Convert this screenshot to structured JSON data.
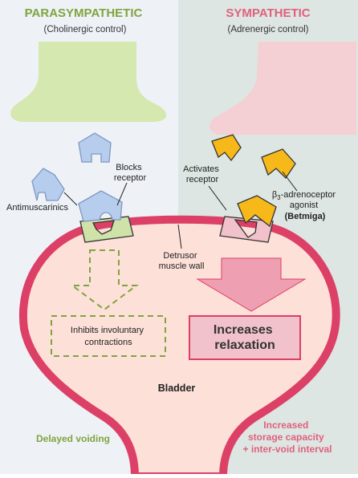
{
  "colors": {
    "para_bg": "#eef2f7",
    "symp_bg": "#dde6e2",
    "para_green": "#7fa43f",
    "symp_pink": "#e0607e",
    "terminal_green": "#d5e8b0",
    "terminal_pink": "#f4cfd4",
    "bladder_fill": "#fde0d8",
    "bladder_wall": "#dc4066",
    "antimuscarinic_blue": "#b7cdee",
    "agonist_orange": "#f7b81a",
    "receptor_green": "#cfe2a8",
    "receptor_pink": "#f2c2cc",
    "arrow_pink": "#eea0b2"
  },
  "parasympathetic": {
    "title": "PARASYMPATHETIC",
    "subtitle": "(Cholinergic control)",
    "drug_label": "Antimuscarinics",
    "action_label": [
      "Blocks",
      "receptor"
    ],
    "effect_label": [
      "Inhibits involuntary",
      "contractions"
    ],
    "outcome": "Delayed voiding"
  },
  "sympathetic": {
    "title": "SYMPATHETIC",
    "subtitle": "(Adrenergic control)",
    "action_label": [
      "Activates",
      "receptor"
    ],
    "drug_label": {
      "line1_prefix": "β",
      "line1_sub": "3",
      "line1_suffix": "-adrenoceptor",
      "line2": "agonist",
      "line3": "(Betmiga)"
    },
    "effect_label": [
      "Increases",
      "relaxation"
    ],
    "outcome": [
      "Increased",
      "storage capacity",
      "+ inter-void interval"
    ]
  },
  "bladder": {
    "wall_label": [
      "Detrusor",
      "muscle wall"
    ],
    "name": "Bladder"
  }
}
